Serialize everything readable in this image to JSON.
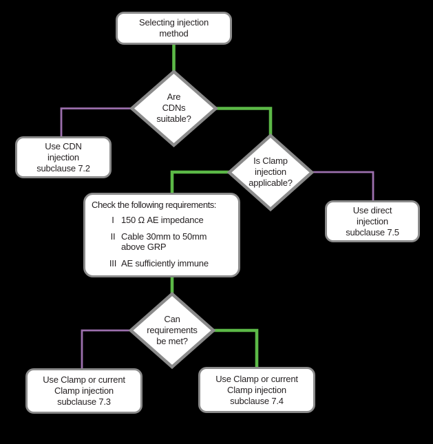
{
  "colors": {
    "background": "#000000",
    "node_fill": "#ffffff",
    "node_border": "#8b8b8b",
    "edge_green": "#5cb947",
    "edge_purple": "#9c6fad",
    "text": "#231f20"
  },
  "diagram": {
    "type": "flowchart",
    "nodes": {
      "start": {
        "text": "Selecting injection\nmethod"
      },
      "decision_cdns": {
        "text": "Are\nCDNs\nsuitable?"
      },
      "cdn_injection": {
        "text": "Use CDN\ninjection\nsubclause 7.2"
      },
      "decision_clamp": {
        "text": "Is Clamp\ninjection\napplicable?"
      },
      "direct_injection": {
        "text": "Use direct\ninjection\nsubclause 7.5"
      },
      "requirements": {
        "title": "Check the following requirements:",
        "items": [
          {
            "numeral": "I",
            "text": "150 Ω AE impedance"
          },
          {
            "numeral": "II",
            "text": "Cable 30mm to 50mm\nabove GRP"
          },
          {
            "numeral": "III",
            "text": "AE sufficiently immune"
          }
        ]
      },
      "decision_met": {
        "text": "Can\nrequirements\nbe met?"
      },
      "clamp_injection_73": {
        "text": "Use Clamp or current\nClamp injection\nsubclause 7.3"
      },
      "clamp_injection_74": {
        "text": "Use Clamp or current\nClamp injection\nsubclause 7.4"
      }
    }
  }
}
